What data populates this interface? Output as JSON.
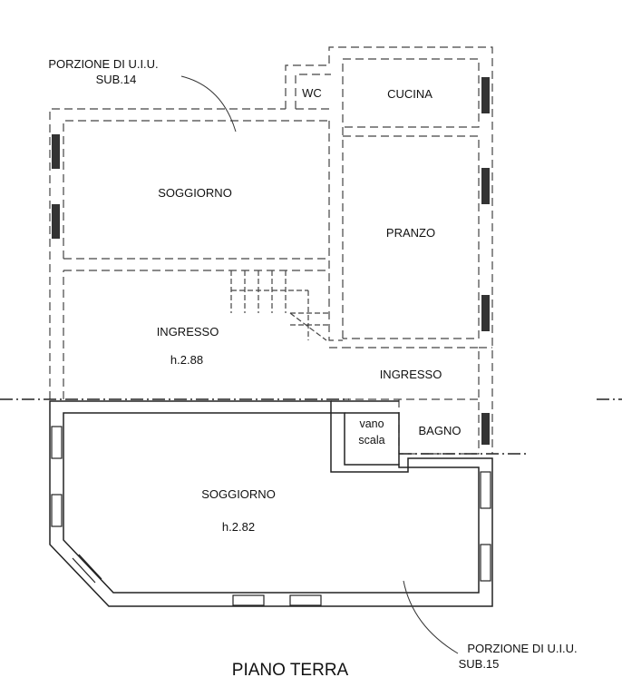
{
  "annotations": {
    "top_portion_line1": "PORZIONE DI U.I.U.",
    "top_portion_line2": "SUB.14",
    "bottom_portion_line1": "PORZIONE DI U.I.U.",
    "bottom_portion_line2": "SUB.15"
  },
  "rooms": {
    "wc": "WC",
    "cucina": "CUCINA",
    "soggiorno_upper": "SOGGIORNO",
    "pranzo": "PRANZO",
    "ingresso_left": "INGRESSO",
    "ingresso_left_height": "h.2.88",
    "ingresso_right": "INGRESSO",
    "vano_scala_1": "vano",
    "vano_scala_2": "scala",
    "bagno": "BAGNO",
    "soggiorno_lower": "SOGGIORNO",
    "soggiorno_lower_height": "h.2.82"
  },
  "title": "PIANO TERRA"
}
